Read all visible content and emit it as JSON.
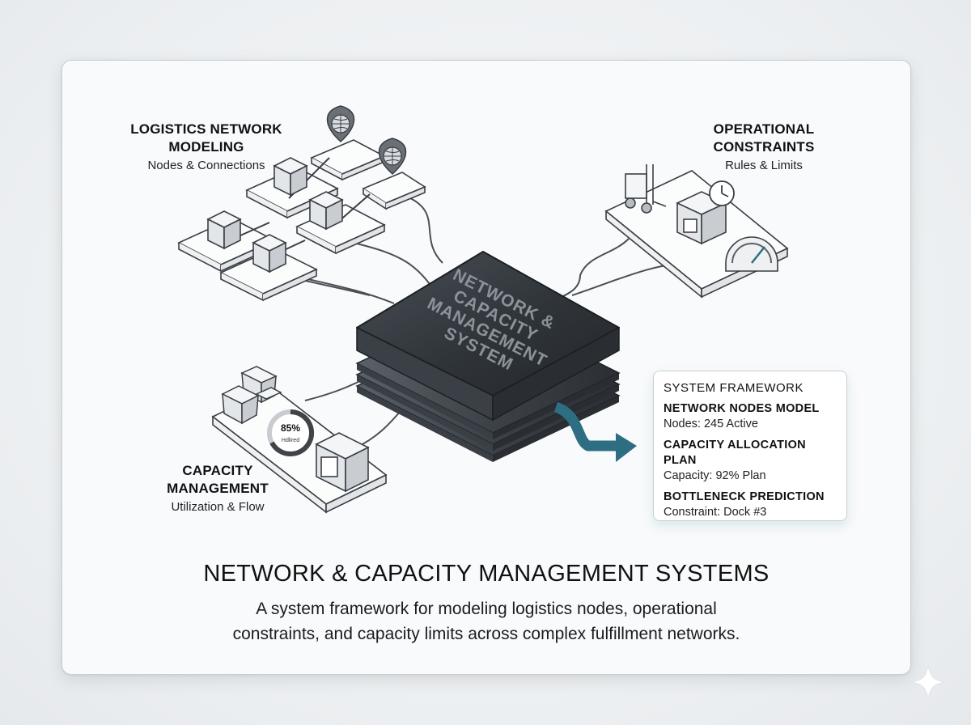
{
  "sections": {
    "network_modeling": {
      "title_line1": "LOGISTICS NETWORK",
      "title_line2": "MODELING",
      "subtitle": "Nodes & Connections"
    },
    "operational_constraints": {
      "title_line1": "OPERATIONAL",
      "title_line2": "CONSTRAINTS",
      "subtitle": "Rules & Limits"
    },
    "capacity_management": {
      "title_line1": "CAPACITY",
      "title_line2": "MANAGEMENT",
      "subtitle": "Utilization & Flow",
      "gauge_value": "85%",
      "gauge_label": "Hdlired"
    }
  },
  "core": {
    "line1": "NETWORK &",
    "line2": "CAPACITY",
    "line3": "MANAGEMENT",
    "line4": "SYSTEM"
  },
  "framework_panel": {
    "heading": "SYSTEM FRAMEWORK",
    "items": [
      {
        "title": "NETWORK NODES MODEL",
        "value": "Nodes: 245 Active"
      },
      {
        "title": "CAPACITY ALLOCATION PLAN",
        "value": "Capacity: 92% Plan"
      },
      {
        "title": "BOTTLENECK PREDICTION",
        "value": "Constraint: Dock #3"
      }
    ]
  },
  "headline": "NETWORK & CAPACITY MANAGEMENT SYSTEMS",
  "description": {
    "line1": "A system framework for modeling logistics nodes, operational",
    "line2": "constraints, and capacity limits across complex fulfillment networks."
  },
  "colors": {
    "core_top": "#3b4046",
    "core_edge": "#2a2e33",
    "arrow": "#2e6e82",
    "line": "#4a4f55",
    "platform": "#fbfcfc"
  },
  "icons": [
    "globe-pin-icon",
    "box-icon",
    "forklift-icon",
    "clock-icon",
    "gauge-icon",
    "crate-icon",
    "sparkle-icon"
  ]
}
